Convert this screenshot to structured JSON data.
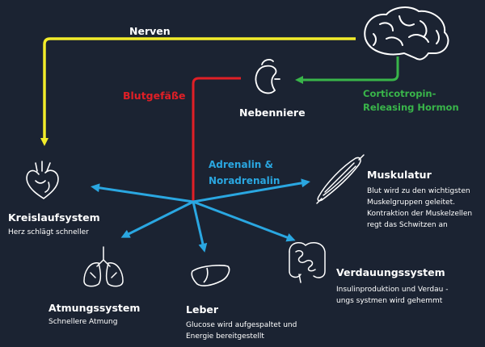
{
  "colors": {
    "background": "#1b2332",
    "nerves": "#f2ec2a",
    "blood_vessels": "#e01f26",
    "hormone": "#39b54a",
    "adrenaline": "#2aa7e1",
    "text": "#ffffff"
  },
  "labels": {
    "nerves": "Nerven",
    "blood_vessels": "Blutgefäße",
    "hormone": [
      "Corticotropin-",
      "Releasing Hormon"
    ],
    "adrenal": "Nebenniere",
    "adrenaline": [
      "Adrenalin &",
      "Noradrenalin"
    ]
  },
  "organs": {
    "circulation": {
      "title": "Kreislaufsystem",
      "desc": [
        "Herz schlägt schneller"
      ],
      "icon": "heart-icon"
    },
    "muscles": {
      "title": "Muskulatur",
      "desc": [
        "Blut wird zu den wichtigsten",
        "Muskelgruppen geleitet.",
        "Kontraktion der Muskelzellen",
        "regt das Schwitzen an"
      ],
      "icon": "muscle-icon"
    },
    "respiration": {
      "title": "Atmungssystem",
      "desc": [
        "Schnellere  Atmung"
      ],
      "icon": "lungs-icon"
    },
    "liver": {
      "title": "Leber",
      "desc": [
        "Glucose wird aufgespaltet und",
        "Energie bereitgestellt"
      ],
      "icon": "liver-icon"
    },
    "digestion": {
      "title": "Verdauungssystem",
      "desc": [
        "Insulinproduktion und  Verdau -",
        "ungs systmen wird gehemmt"
      ],
      "icon": "intestine-icon"
    }
  },
  "icons": {
    "brain": "brain-icon",
    "adrenal": "kidney-icon"
  }
}
